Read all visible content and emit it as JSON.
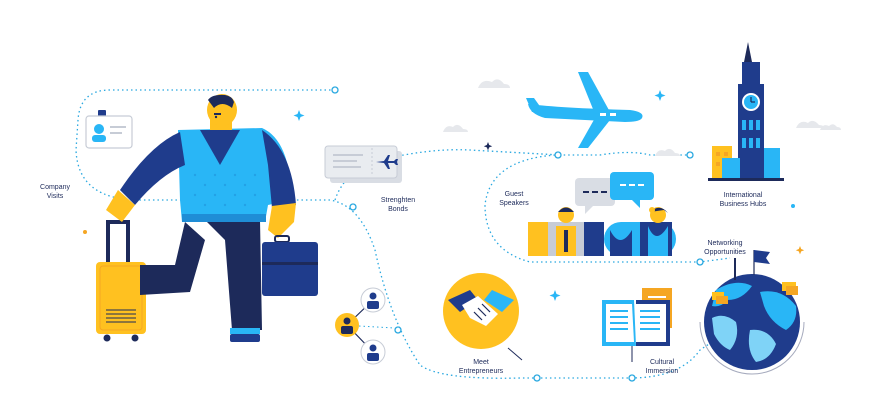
{
  "colors": {
    "navy": "#1d2a5a",
    "royal_blue": "#1f3c8c",
    "sky_blue": "#29b6f6",
    "light_blue": "#7fd3f7",
    "yellow": "#ffc120",
    "orange": "#f5a623",
    "grey": "#c7ccd6",
    "dotted_path": "#29a8e0"
  },
  "icons": [
    "id-badge-icon",
    "boarding-pass-icon",
    "airplane-icon",
    "clock-tower-icon",
    "people-network-icon",
    "handshake-icon",
    "speech-bubble-icon",
    "book-icon",
    "globe-icon",
    "flag-icon",
    "suitcase-icon",
    "briefcase-icon"
  ],
  "labels": {
    "company_visits": [
      "Company",
      "Visits"
    ],
    "strengthen_bonds": [
      "Strenghten",
      "Bonds"
    ],
    "guest_speakers": [
      "Guest",
      "Speakers"
    ],
    "international_hubs": [
      "International",
      "Business Hubs"
    ],
    "networking": [
      "Networking",
      "Opportunities"
    ],
    "meet_entrepreneurs": [
      "Meet",
      "Entrepreneurs"
    ],
    "cultural_immersion": [
      "Cultural",
      "Immersion"
    ]
  }
}
